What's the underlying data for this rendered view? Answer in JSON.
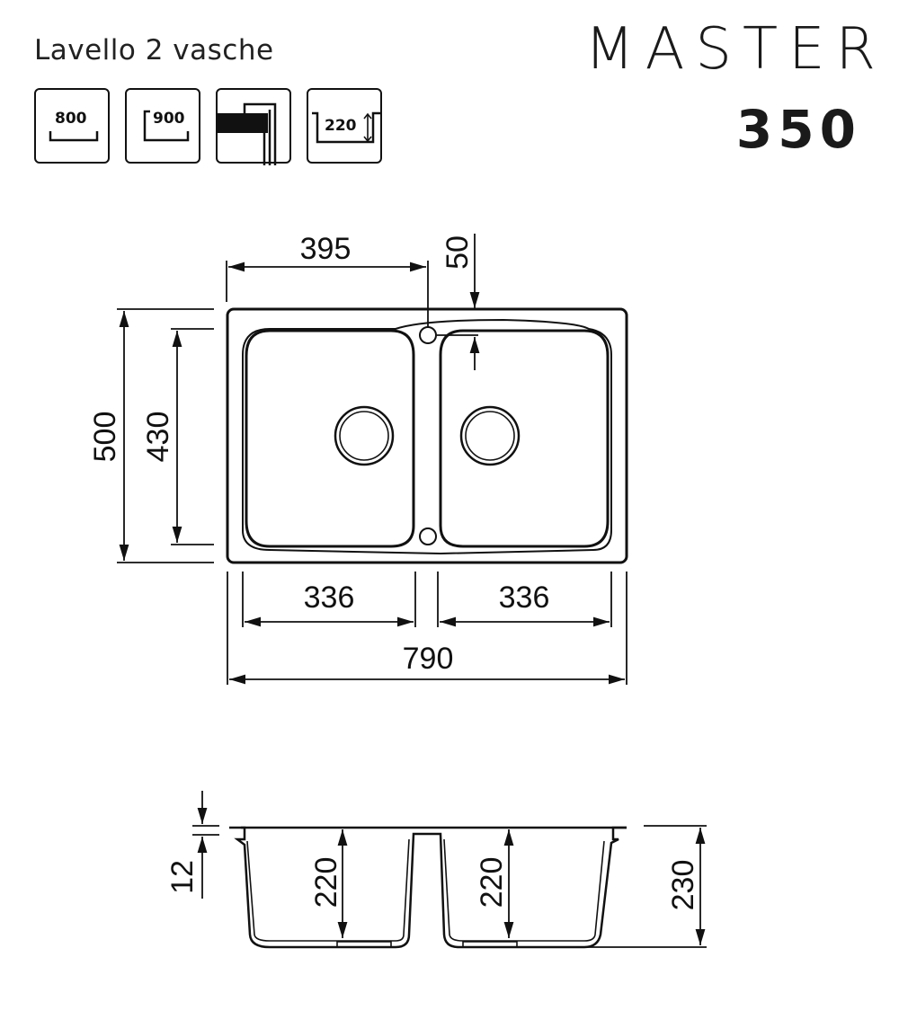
{
  "header": {
    "subtitle": "Lavello 2 vasche",
    "brand": "MASTER",
    "model": "350"
  },
  "icons": [
    {
      "name": "cabinet-800-icon",
      "label": "800"
    },
    {
      "name": "cabinet-900-corner-icon",
      "label": "900"
    },
    {
      "name": "countertop-section-icon",
      "label": ""
    },
    {
      "name": "bowl-depth-icon",
      "label": "220"
    }
  ],
  "top_view": {
    "width_total": "790",
    "height_total": "500",
    "bowl_height": "430",
    "bowl_left_width": "336",
    "bowl_right_width": "336",
    "tap_offset_x": "395",
    "tap_offset_y": "50"
  },
  "section_view": {
    "rim_thickness": "12",
    "bowl_left_depth": "220",
    "bowl_right_depth": "220",
    "total_depth": "230"
  },
  "colors": {
    "line": "#111111",
    "background": "#ffffff"
  }
}
